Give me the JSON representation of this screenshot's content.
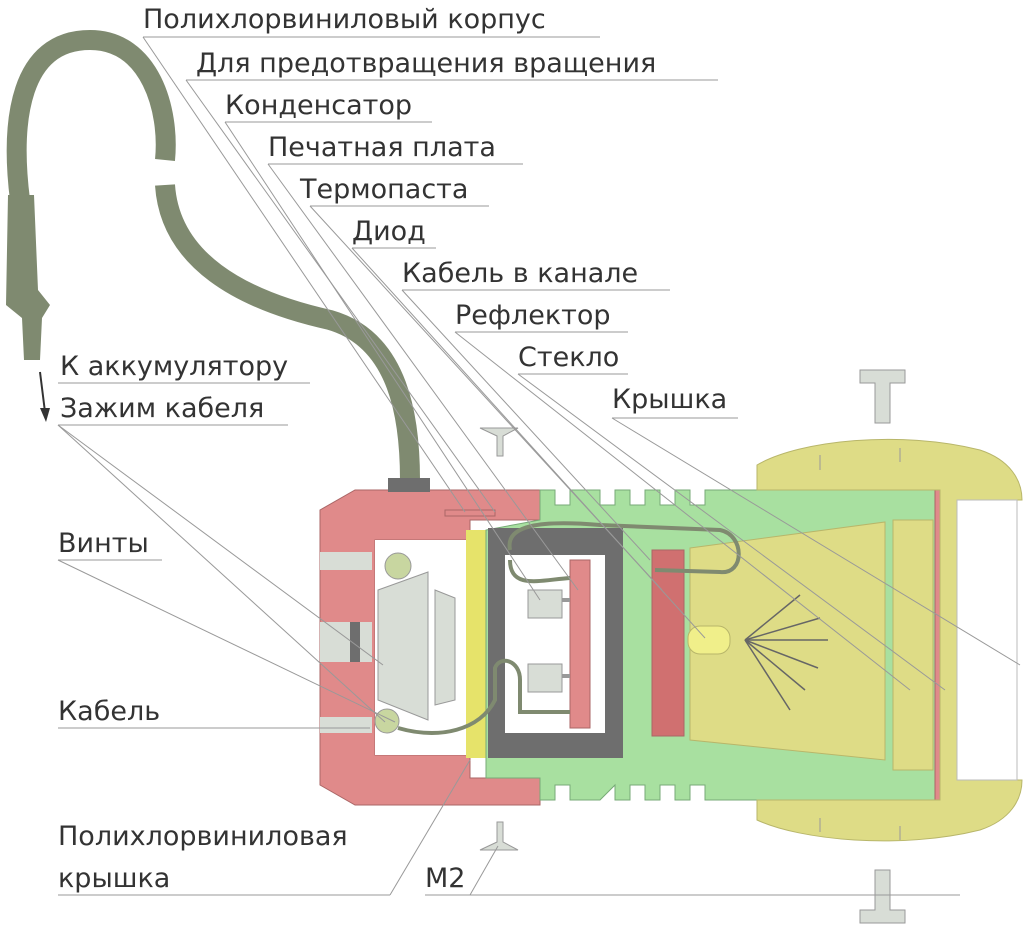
{
  "labels": {
    "pvc_body": "Полихлорвиниловый корпус",
    "anti_rotation": "Для предотвращения вращения",
    "capacitor": "Конденсатор",
    "pcb": "Печатная плата",
    "thermal_paste": "Термопаста",
    "diode": "Диод",
    "cable_in_channel": "Кабель в канале",
    "reflector": "Рефлектор",
    "glass": "Стекло",
    "cap": "Крышка",
    "to_battery": "К аккумулятору",
    "cable_clamp": "Зажим кабеля",
    "screws": "Винты",
    "cable": "Кабель",
    "pvc_cap_line1": "Полихлорвиниловая",
    "pvc_cap_line2": "крышка",
    "m2": "М2"
  },
  "colors": {
    "pvc_body": "#e08a8a",
    "heatsink": "#a8e0a0",
    "cap": "#dedc86",
    "pcb_block": "#6e6e6e",
    "cable": "#7f8a70",
    "insulator": "#d8ddd6",
    "leader": "#999999",
    "text": "#333333"
  }
}
